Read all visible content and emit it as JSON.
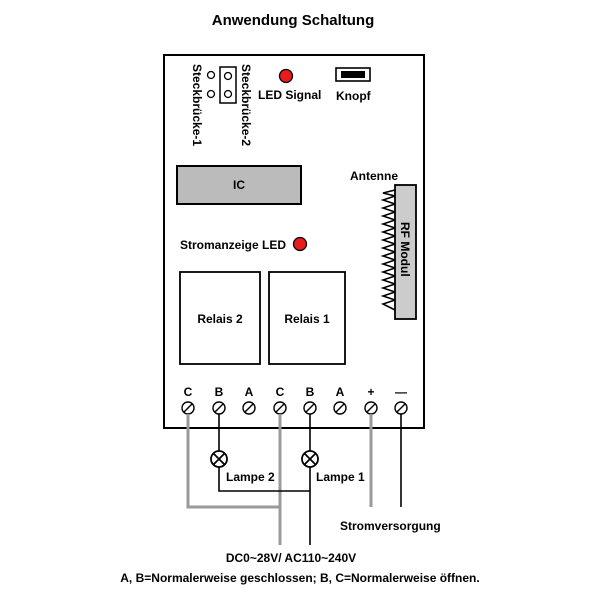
{
  "title": "Anwendung Schaltung",
  "board": {
    "jumper1_label": "Steckbrücke-1",
    "jumper2_label": "Steckbrücke-2",
    "led_signal_label": "LED Signal",
    "button_label": "Knopf",
    "ic_label": "IC",
    "antenna_label": "Antenne",
    "rf_module_label": "RF Modul",
    "power_led_label": "Stromanzeige LED",
    "relay2_label": "Relais 2",
    "relay1_label": "Relais 1"
  },
  "terminals": [
    "C",
    "B",
    "A",
    "C",
    "B",
    "A",
    "+",
    "—"
  ],
  "lamps": {
    "lamp2_label": "Lampe 2",
    "lamp1_label": "Lampe 1"
  },
  "power_supply_label": "Stromversorgung",
  "voltage_label": "DC0~28V/ AC110~240V",
  "footnote": "A, B=Normalerweise geschlossen; B, C=Normalerweise öffnen.",
  "colors": {
    "led": "#e81c1c",
    "ic_fill": "#bbbbbb",
    "rf_fill": "#cccccc",
    "gray_wire": "#9a9a9a",
    "black_wire": "#000000"
  }
}
